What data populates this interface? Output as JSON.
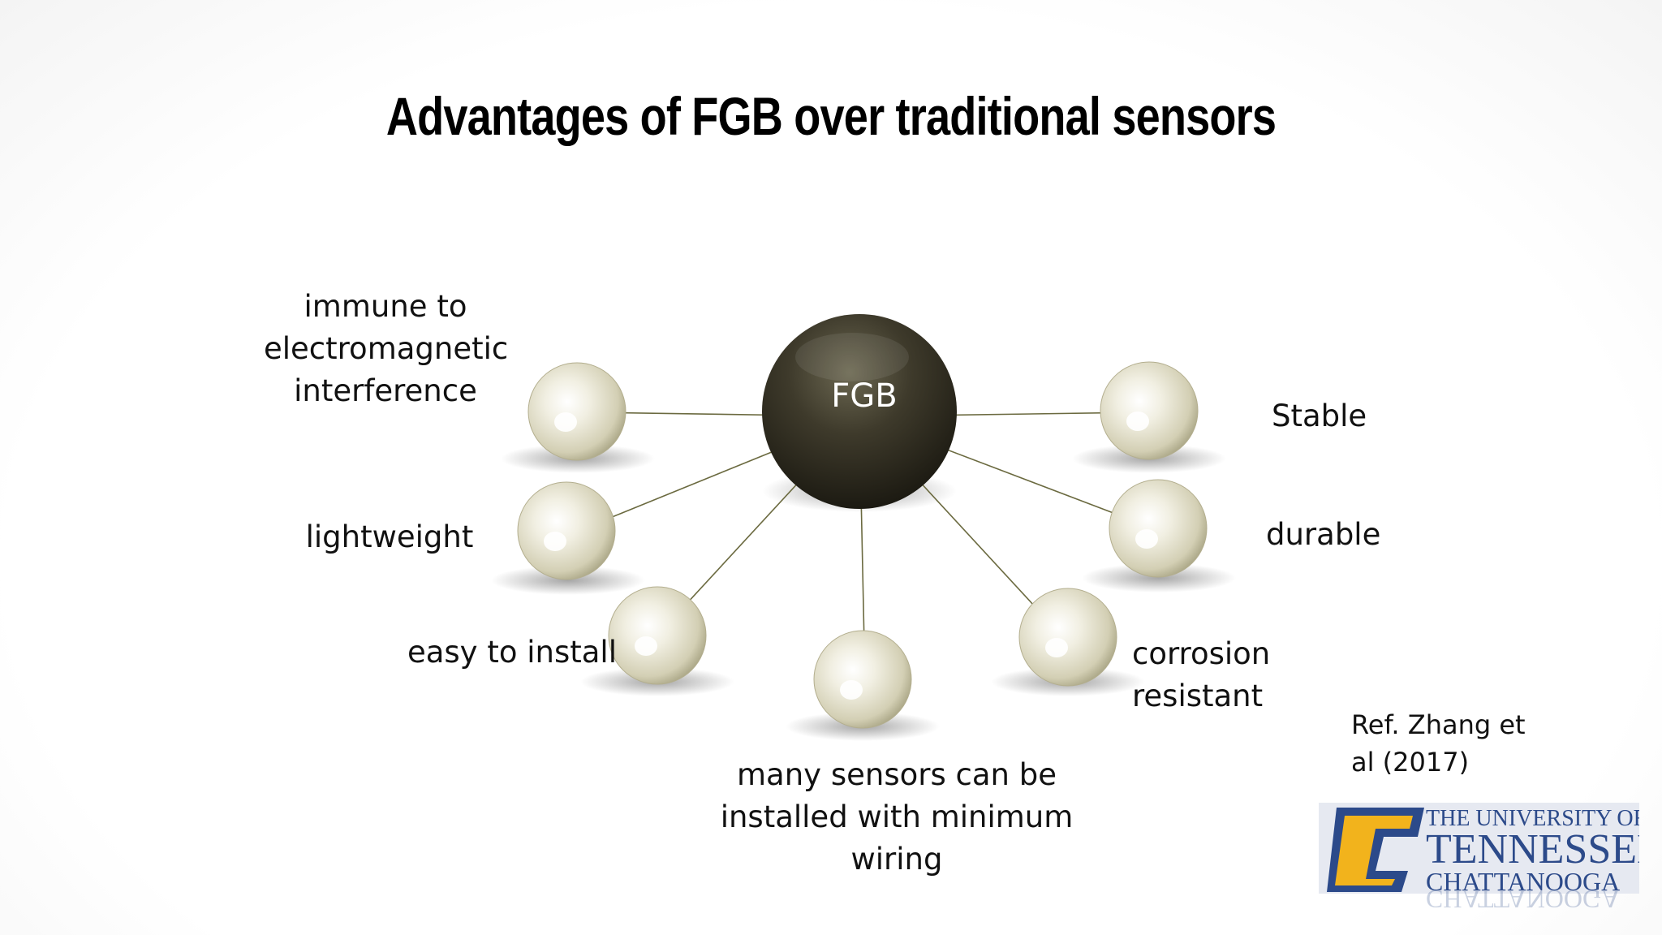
{
  "title": "Advantages of FGB over traditional sensors",
  "center_label": "FGB",
  "items": [
    {
      "label": "immune to electromagnetic interference"
    },
    {
      "label": "lightweight"
    },
    {
      "label": "easy to install"
    },
    {
      "label": "many sensors can be installed with minimum wiring"
    },
    {
      "label": "corrosion resistant"
    },
    {
      "label": "durable"
    },
    {
      "label": "Stable"
    }
  ],
  "reference": "Ref. Zhang et al (2017)",
  "logo": {
    "line1": "THE UNIVERSITY OF",
    "line2": "TENNESSEE",
    "line3": "CHATTANOOGA",
    "accent_color": "#f2b31c",
    "brand_color": "#2c4a8a"
  },
  "colors": {
    "center_ball": "#3e3a2b",
    "satellite_ball": "#e3e0cd",
    "connector": "#6b6a40"
  }
}
